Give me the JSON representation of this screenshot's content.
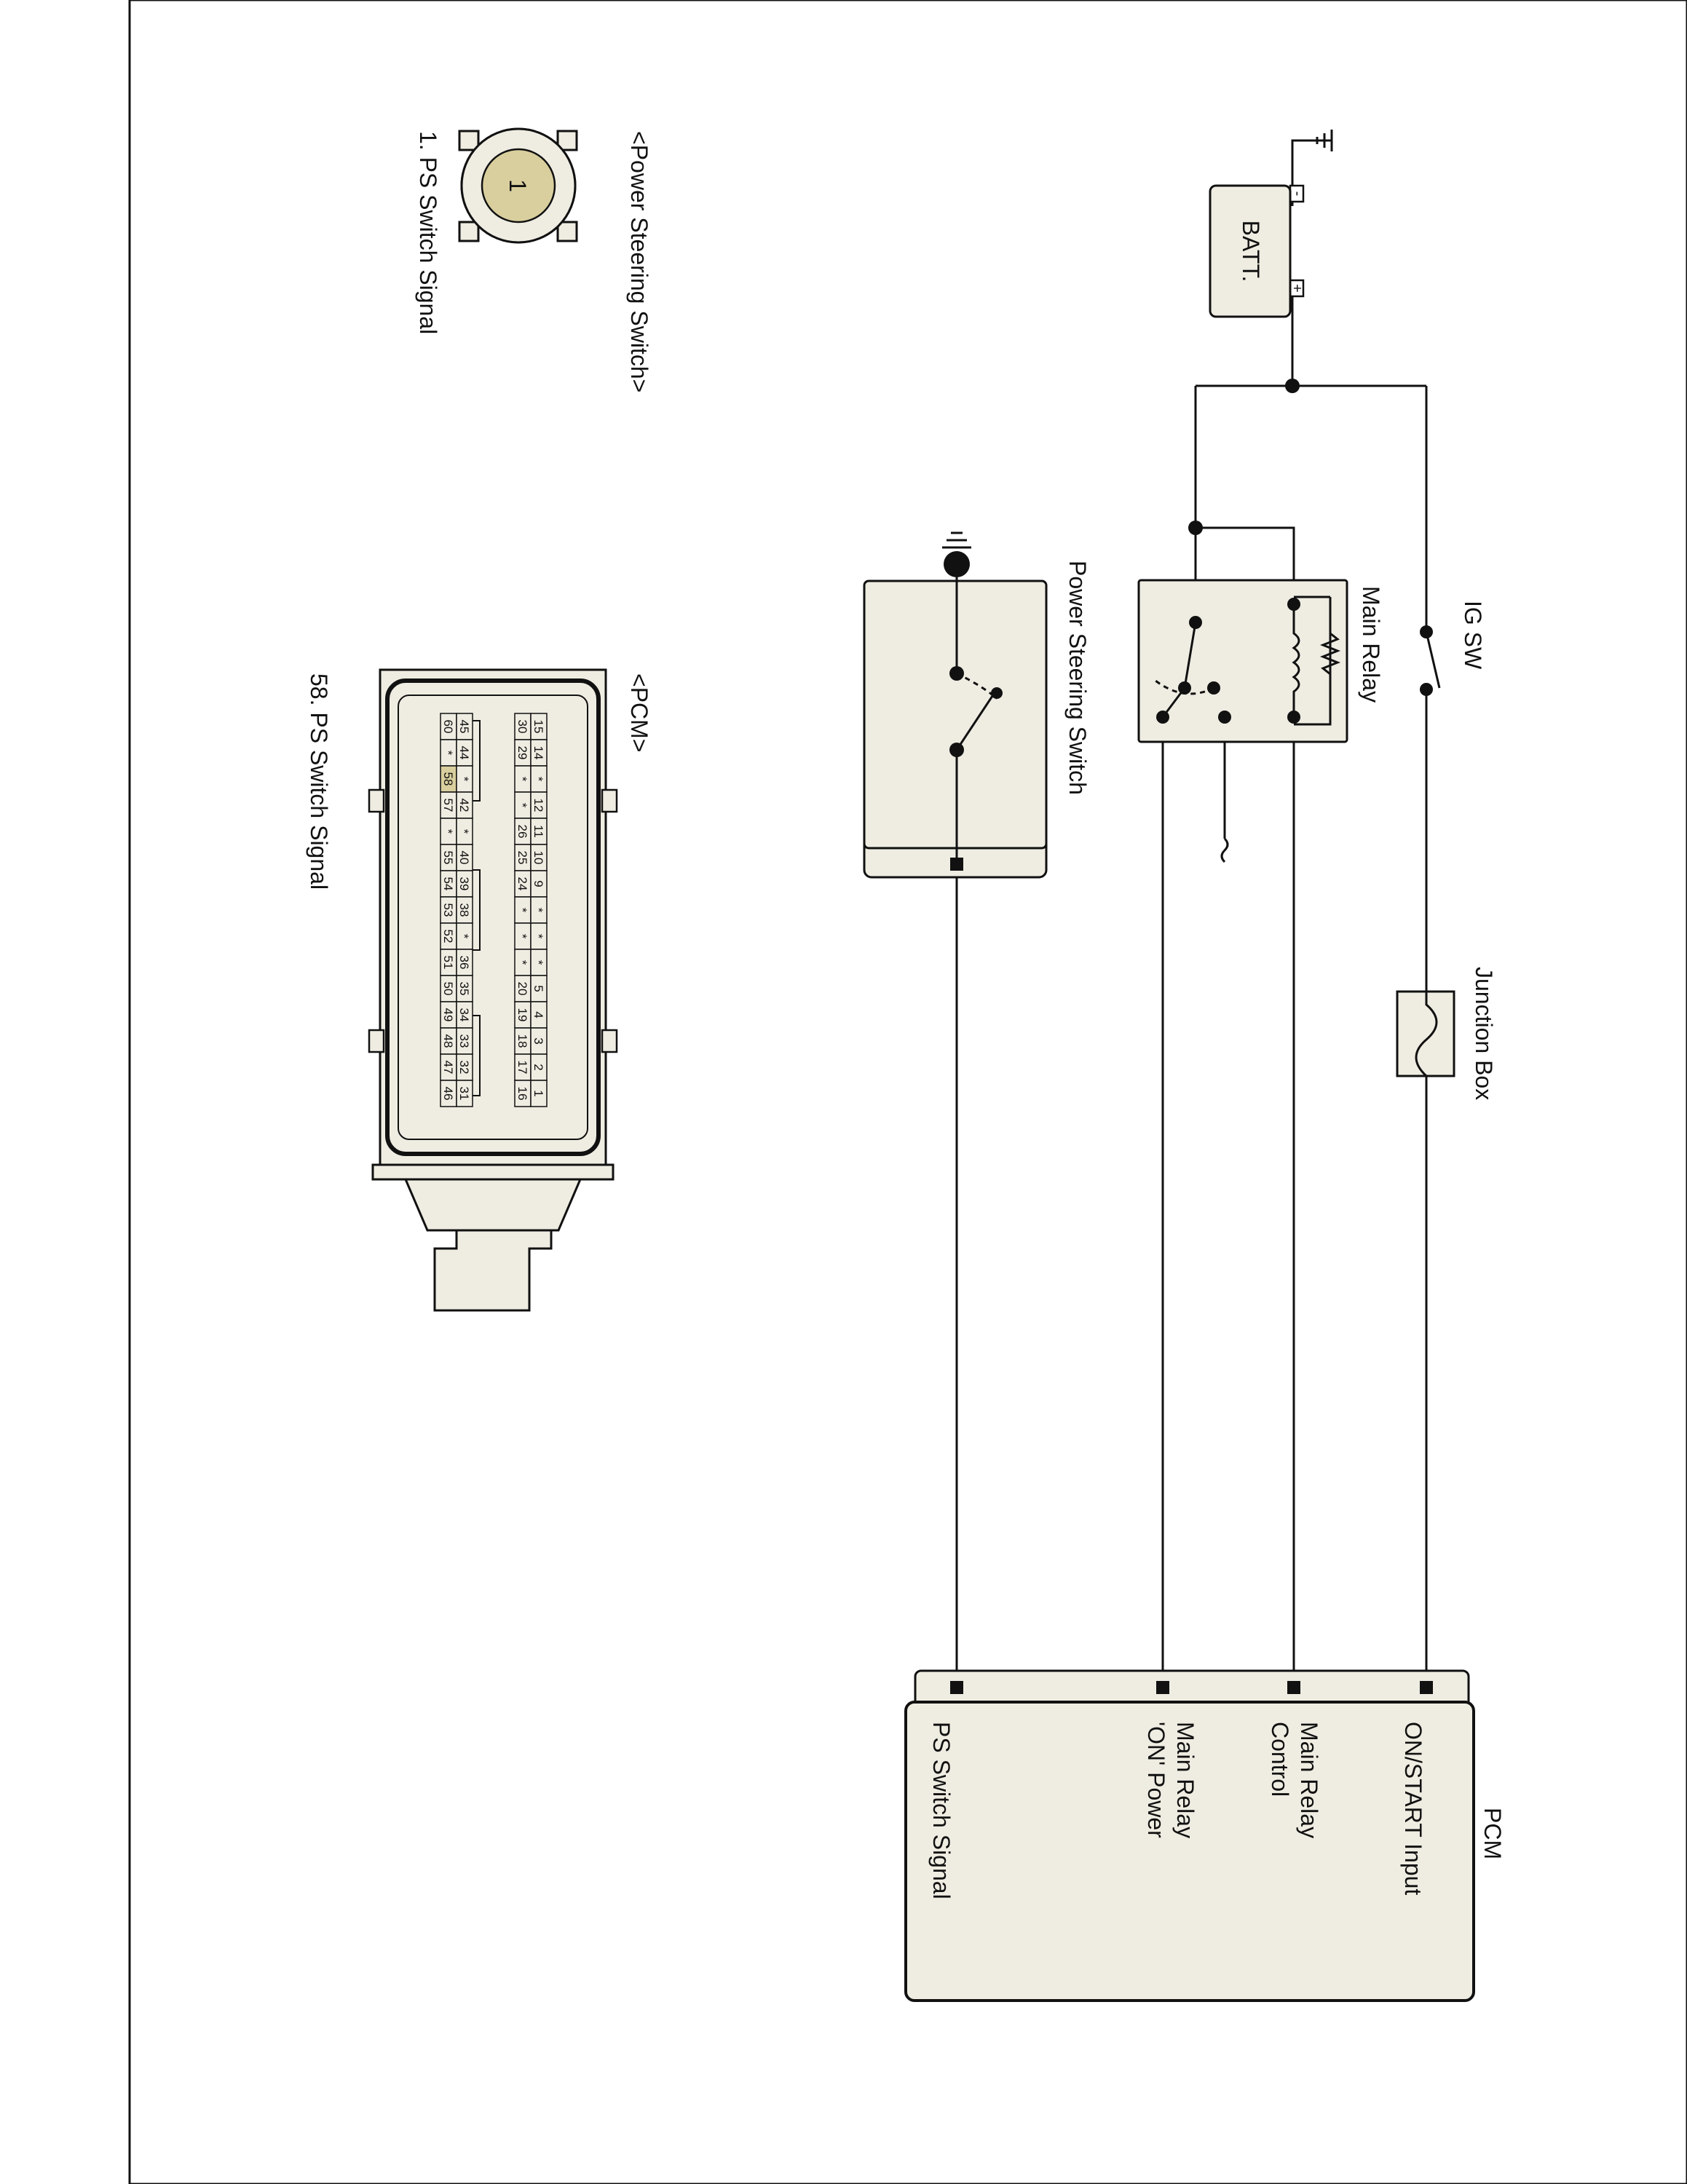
{
  "diagram": {
    "components": {
      "battery": "BATT.",
      "ig_switch": "IG SW",
      "main_relay": "Main Relay",
      "junction_box": "Junction Box",
      "ps_switch": "Power Steering Switch",
      "pcm": "PCM"
    },
    "pcm_pins": {
      "on_start": "ON/START Input",
      "relay_control_1": "Main Relay",
      "relay_control_2": "Control",
      "relay_on_power_1": "Main Relay",
      "relay_on_power_2": "'ON' Power",
      "ps_signal": "PS Switch Signal"
    },
    "battery_terminals": {
      "plus": "+",
      "minus": "-"
    }
  },
  "connectors": {
    "ps_switch": {
      "title": "<Power Steering Switch>",
      "pin_number": "1",
      "pin_desc": "1. PS Switch Signal"
    },
    "pcm": {
      "title": "<PCM>",
      "pin_desc": "58. PS Switch Signal",
      "rows": [
        [
          "60",
          "*",
          "58",
          "57",
          "*",
          "55",
          "54",
          "53",
          "52",
          "51",
          "50",
          "49",
          "48",
          "47",
          "46"
        ],
        [
          "45",
          "44",
          "*",
          "42",
          "*",
          "40",
          "39",
          "38",
          "*",
          "36",
          "35",
          "34",
          "33",
          "32",
          "31"
        ],
        [
          "30",
          "29",
          "*",
          "*",
          "26",
          "25",
          "24",
          "*",
          "*",
          "*",
          "20",
          "19",
          "18",
          "17",
          "16"
        ],
        [
          "15",
          "14",
          "*",
          "12",
          "11",
          "10",
          "9",
          "*",
          "*",
          "*",
          "5",
          "4",
          "3",
          "2",
          "1"
        ]
      ]
    }
  },
  "colors": {
    "line": "#111111",
    "fill": "#efede2",
    "connector_pin": "#d9cf9e",
    "page": "#ffffff"
  }
}
